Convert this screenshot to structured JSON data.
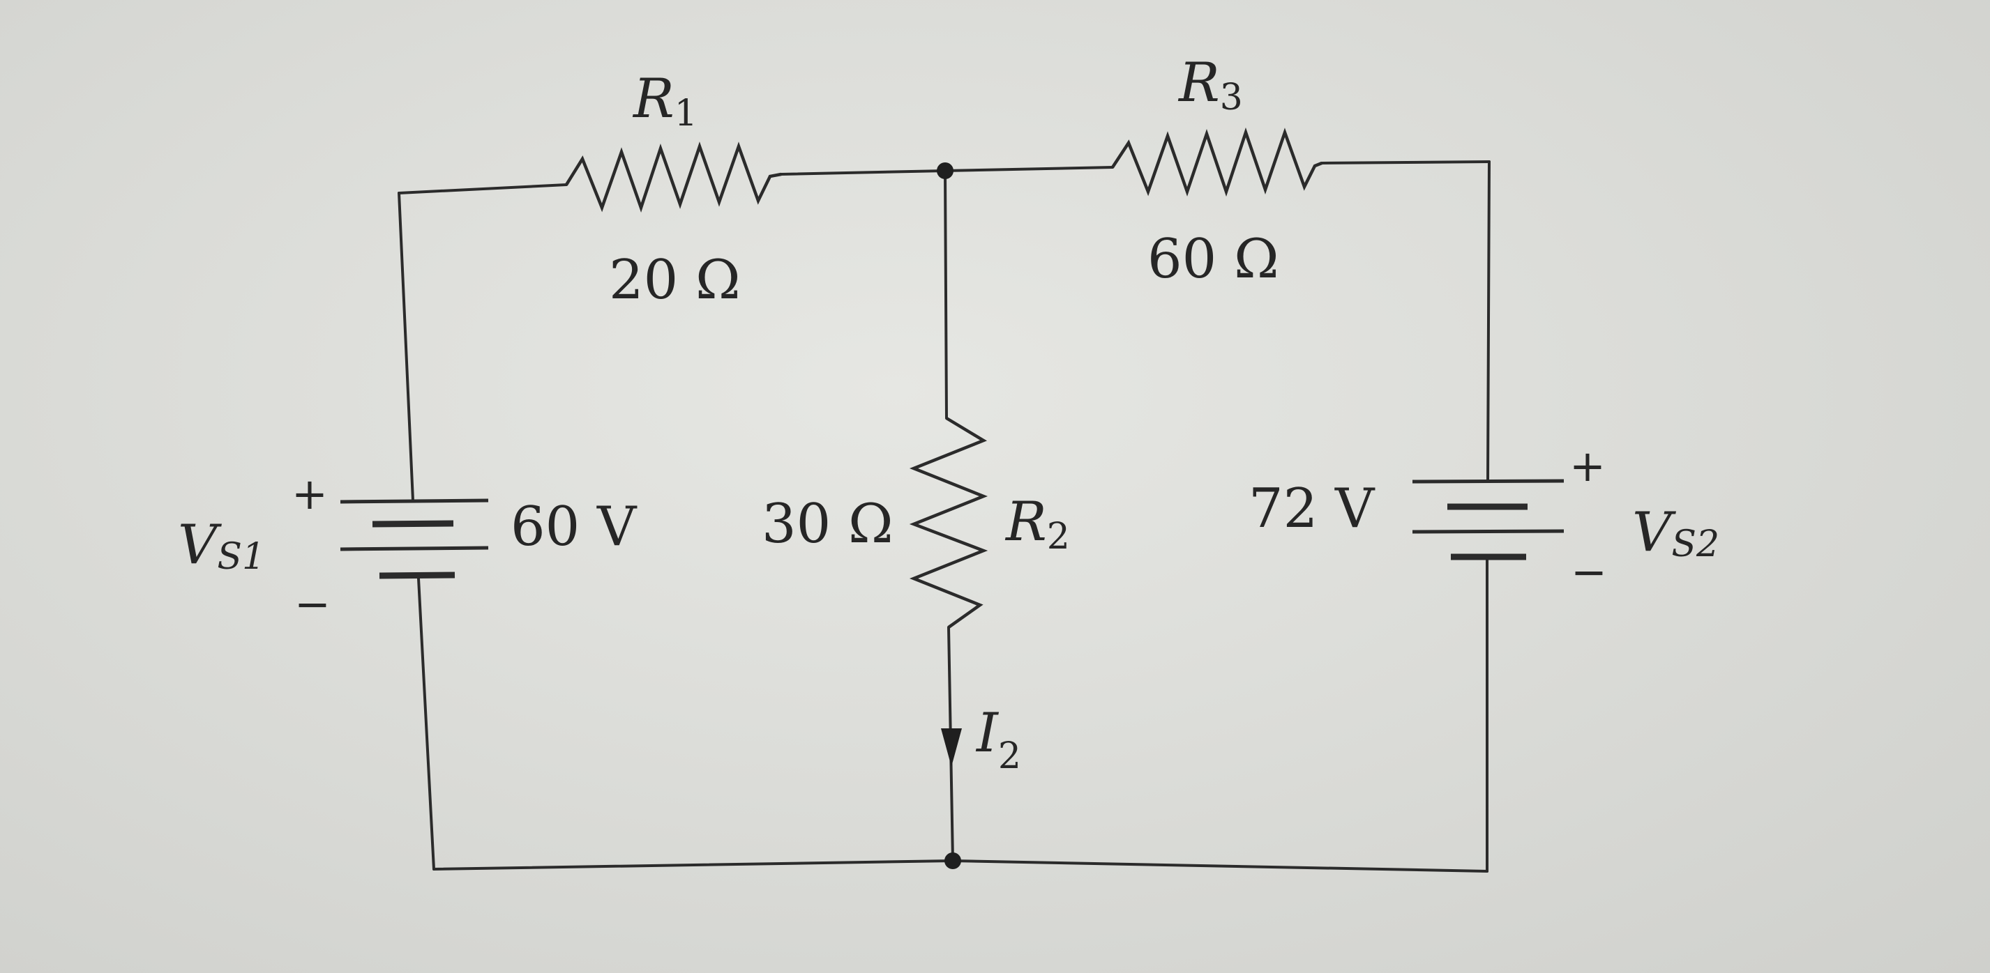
{
  "diagram": {
    "components": {
      "r1": {
        "name": "R",
        "subscript": "1",
        "value": "20 Ω"
      },
      "r2": {
        "name": "R",
        "subscript": "2",
        "value": "30 Ω"
      },
      "r3": {
        "name": "R",
        "subscript": "3",
        "value": "60 Ω"
      },
      "vs1": {
        "name": "V",
        "subscript": "S1",
        "value": "60 V",
        "plus": "+",
        "minus": "−"
      },
      "vs2": {
        "name": "V",
        "subscript": "S2",
        "value": "72 V",
        "plus": "+",
        "minus": "−"
      },
      "i2": {
        "name": "I",
        "subscript": "2"
      }
    }
  }
}
